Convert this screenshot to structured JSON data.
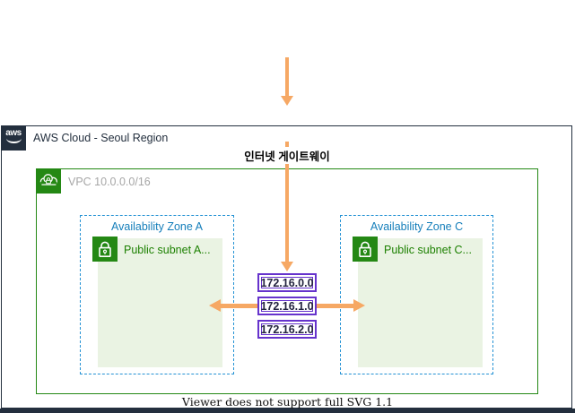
{
  "region": {
    "logo_text": "aws",
    "title": "AWS Cloud - Seoul Region"
  },
  "internet_gateway": {
    "label": "인터넷 게이트웨이"
  },
  "vpc": {
    "label": "VPC 10.0.0.0/16"
  },
  "zones": [
    {
      "label": "Availability Zone A",
      "subnet_label": "Public subnet A..."
    },
    {
      "label": "Availability Zone C",
      "subnet_label": "Public subnet C..."
    }
  ],
  "route_table": {
    "entries": [
      "172.16.0.0",
      "172.16.1.0",
      "172.16.2.0"
    ]
  },
  "footer": {
    "note": "Viewer does not support full SVG 1.1"
  },
  "icons": {
    "aws_logo": "aws-smile-logo",
    "vpc": "cloud-lock-icon",
    "subnet": "padlock-icon"
  },
  "colors": {
    "arrow_orange": "#F6A864",
    "region_navy": "#232F3E",
    "vpc_green": "#248814",
    "subnet_fill": "#EAF3E3",
    "subnet_text": "#1D8102",
    "az_blue": "#147EBA",
    "az_border_blue": "#2492D4",
    "route_purple": "#6633CC"
  }
}
